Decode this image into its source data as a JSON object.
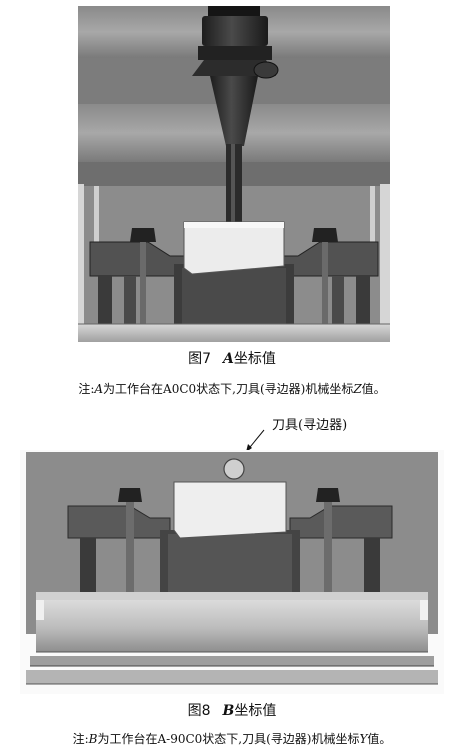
{
  "fig7": {
    "number": "图7",
    "symbol": "A",
    "title": "坐标值",
    "note_prefix": "注:",
    "note_sym1": "A",
    "note_mid": "为工作台在A0C0状态下,刀具(寻边器)机械坐标",
    "note_sym2": "Z",
    "note_end": "值。"
  },
  "fig8": {
    "callout": "刀具(寻边器)",
    "number": "图8",
    "symbol": "B",
    "title": "坐标值",
    "note_prefix": "注:",
    "note_sym1": "B",
    "note_mid": "为工作台在A-90C0状态下,刀具(寻边器)机械坐标",
    "note_sym2": "Y",
    "note_end": "值。"
  }
}
